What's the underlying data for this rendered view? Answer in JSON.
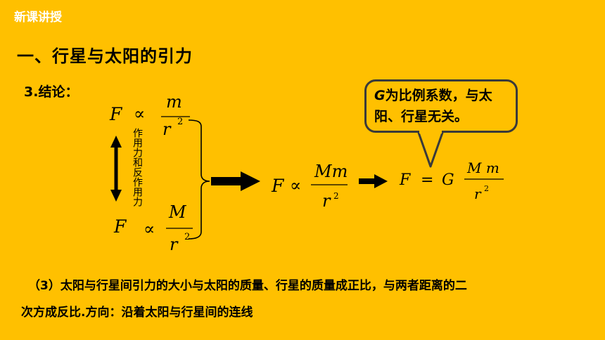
{
  "header": {
    "tag": "新课讲授"
  },
  "title": "一、行星与太阳的引力",
  "subtitle": "3.结论：",
  "vertical_label": "作用力和反作用力",
  "formula1": {
    "lhs": "F",
    "op": "∝",
    "num": "m",
    "den": "r",
    "exp": "2"
  },
  "formula2": {
    "lhs": "F",
    "op": "∝",
    "num": "M",
    "den": "r",
    "exp": "2"
  },
  "formula3": {
    "lhs": "F",
    "op": "∝",
    "num": "Mm",
    "den": "r",
    "exp": "2"
  },
  "formula4": {
    "lhs": "F",
    "eq": "=",
    "g": "G",
    "num": "M m",
    "den": "r",
    "exp": "2"
  },
  "bubble": {
    "g": "G",
    "text": "为比例系数，与太阳、行星无关。"
  },
  "footer": {
    "line1": "（3）太阳与行星间引力的大小与太阳的质量、行星的质量成正比，与两者距离的二",
    "line2": "次方成反比.方向：沿着太阳与行星间的连线"
  },
  "colors": {
    "background": "#ffc000",
    "text": "#000000",
    "header_text": "#ffffff",
    "bubble_border": "#3a3a3a"
  }
}
